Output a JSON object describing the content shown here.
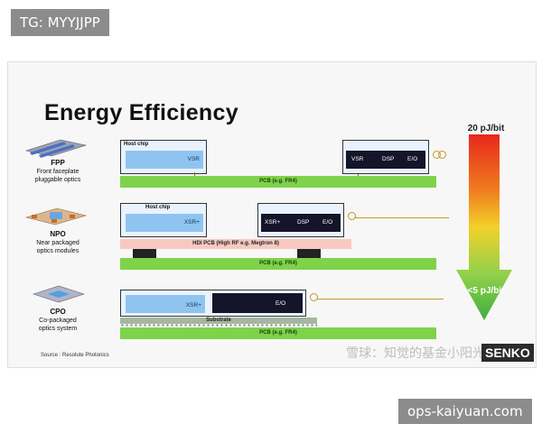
{
  "tags": {
    "top": "TG: MYYJJPP",
    "bottom": "ops-kaiyuan.com"
  },
  "slide": {
    "title": "Energy Efficiency",
    "source": "Source : Resolute Photonics",
    "logo": "SENKO",
    "watermark": "雪球：知觉的基金小阳光"
  },
  "scale": {
    "top_label": "20 pJ/bit",
    "bottom_label": "<5 pJ/bit",
    "colors": [
      "#e8271e",
      "#f07d1e",
      "#f2d12a",
      "#92d14a",
      "#3fae3f"
    ]
  },
  "rows": [
    {
      "abbr": "FPP",
      "desc1": "Front faceplate",
      "desc2": "pluggable optics",
      "host_label": "Host chip",
      "host_chip": "VSR",
      "module": [
        "VSR",
        "DSP",
        "E/O"
      ],
      "pcb": "PCB (e.g. FR4)"
    },
    {
      "abbr": "NPO",
      "desc1": "Near packaged",
      "desc2": "optics modules",
      "host_label": "Host chip",
      "host_chip": "XSR+",
      "module": [
        "XSR+",
        "DSP",
        "E/O"
      ],
      "hdi": "HDI PCB (High RF e.g. Megtron 8)",
      "pcb": "PCB (e.g. FR4)"
    },
    {
      "abbr": "CPO",
      "desc1": "Co-packaged",
      "desc2": "optics system",
      "host_chip": "XSR+",
      "module": [
        "E/O"
      ],
      "substrate": "Substrate",
      "pcb": "PCB (e.g. FR4)"
    }
  ]
}
